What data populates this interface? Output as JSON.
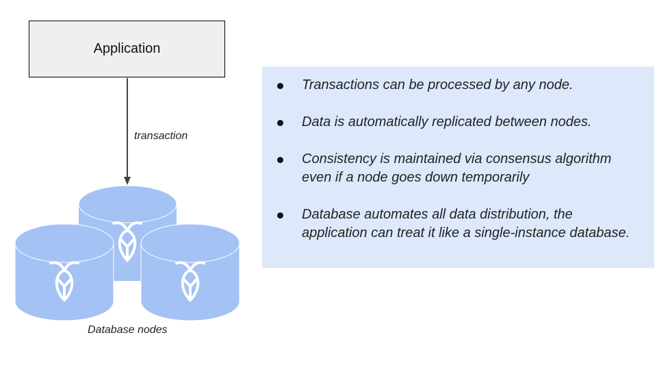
{
  "diagram": {
    "application_label": "Application",
    "edge_label": "transaction",
    "nodes_label": "Database nodes",
    "node_count": 3,
    "node_color": "#a4c2f4",
    "node_icon": "cockroach-logo-icon"
  },
  "info_panel": {
    "background": "#dde9fb",
    "bullets": [
      "Transactions can be processed by any node.",
      "Data is automatically replicated between nodes.",
      "Consistency is maintained via consensus algorithm even if a node goes down temporarily",
      "Database automates all data distribution, the application can treat it like a single-instance database."
    ]
  }
}
